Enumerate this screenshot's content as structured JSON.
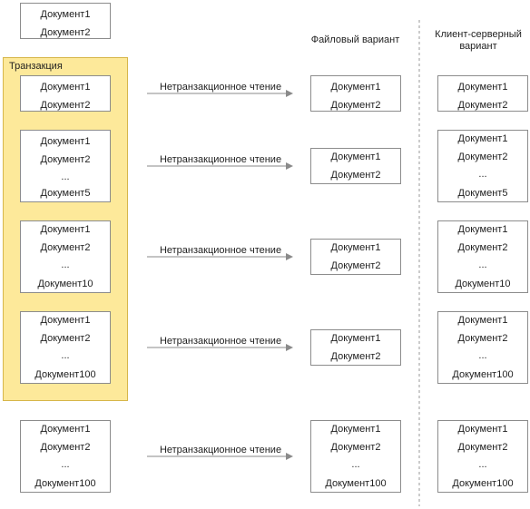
{
  "transaction_label": "Транзакция",
  "column_headers": {
    "file": "Файловый вариант",
    "client_server": "Клиент-серверный вариант"
  },
  "arrow_label": "Нетранзакционное чтение",
  "top_box": [
    "Документ1",
    "Документ2"
  ],
  "rows": [
    {
      "source": [
        "Документ1",
        "Документ2"
      ],
      "file": [
        "Документ1",
        "Документ2"
      ],
      "client_server": [
        "Документ1",
        "Документ2"
      ]
    },
    {
      "source": [
        "Документ1",
        "Документ2",
        "...",
        "Документ5"
      ],
      "file": [
        "Документ1",
        "Документ2"
      ],
      "client_server": [
        "Документ1",
        "Документ2",
        "...",
        "Документ5"
      ]
    },
    {
      "source": [
        "Документ1",
        "Документ2",
        "...",
        "Документ10"
      ],
      "file": [
        "Документ1",
        "Документ2"
      ],
      "client_server": [
        "Документ1",
        "Документ2",
        "...",
        "Документ10"
      ]
    },
    {
      "source": [
        "Документ1",
        "Документ2",
        "...",
        "Документ100"
      ],
      "file": [
        "Документ1",
        "Документ2"
      ],
      "client_server": [
        "Документ1",
        "Документ2",
        "...",
        "Документ100"
      ]
    },
    {
      "source": [
        "Документ1",
        "Документ2",
        "...",
        "Документ100"
      ],
      "file": [
        "Документ1",
        "Документ2",
        "...",
        "Документ100"
      ],
      "client_server": [
        "Документ1",
        "Документ2",
        "...",
        "Документ100"
      ]
    }
  ]
}
